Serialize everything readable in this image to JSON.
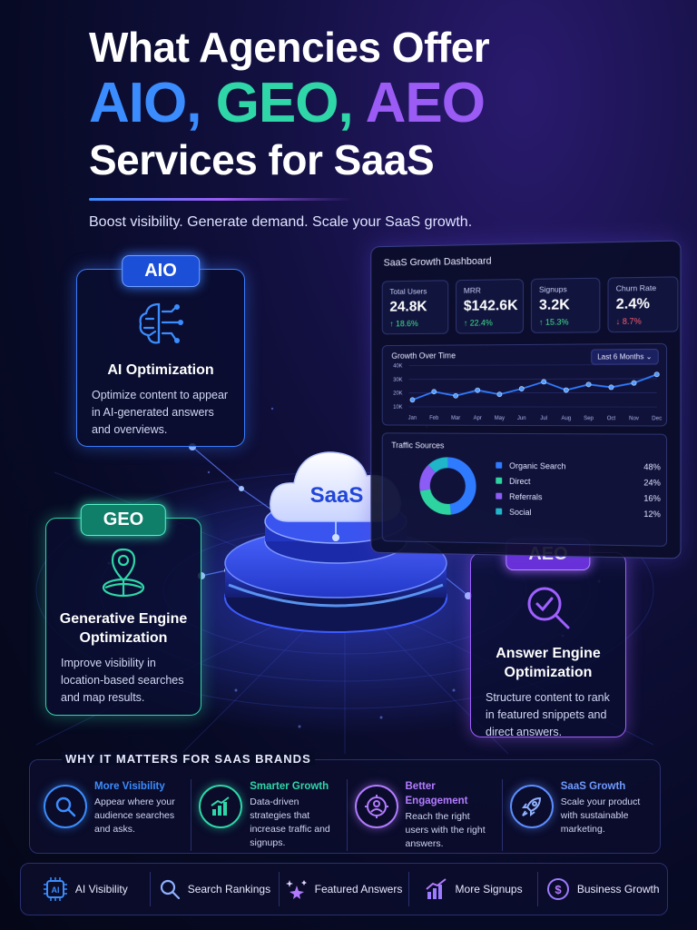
{
  "header": {
    "line1": "What Agencies Offer",
    "aio": "AIO,",
    "geo": "GEO,",
    "aeo": "AEO",
    "line3": "Services for SaaS",
    "tagline": "Boost visibility. Generate demand. Scale your SaaS growth."
  },
  "services": {
    "aio": {
      "badge": "AIO",
      "name": "AI Optimization",
      "desc": "Optimize content to appear in AI-generated answers and overviews.",
      "icon": "brain-circuit-icon"
    },
    "geo": {
      "badge": "GEO",
      "name": "Generative Engine Optimization",
      "desc": "Improve visibility in location-based searches and map results.",
      "icon": "map-pin-globe-icon"
    },
    "aeo": {
      "badge": "AEO",
      "name": "Answer Engine Optimization",
      "desc": "Structure content to rank in featured snippets and direct answers.",
      "icon": "search-check-icon"
    }
  },
  "hub": {
    "label": "SaaS"
  },
  "dashboard": {
    "title": "SaaS Growth Dashboard",
    "kpis": [
      {
        "label": "Total Users",
        "value": "24.8K",
        "delta": "↑ 18.6%",
        "dir": "up"
      },
      {
        "label": "MRR",
        "value": "$142.6K",
        "delta": "↑ 22.4%",
        "dir": "up"
      },
      {
        "label": "Signups",
        "value": "3.2K",
        "delta": "↑ 15.3%",
        "dir": "up"
      },
      {
        "label": "Churn Rate",
        "value": "2.4%",
        "delta": "↓ 8.7%",
        "dir": "down"
      }
    ],
    "growth": {
      "title": "Growth Over Time",
      "range": "Last 6 Months",
      "y_ticks": [
        "40K",
        "30K",
        "20K",
        "10K"
      ],
      "months": [
        "Jan",
        "Feb",
        "Mar",
        "Apr",
        "May",
        "Jun",
        "Jul",
        "Aug",
        "Sep",
        "Oct",
        "Nov",
        "Dec"
      ],
      "values": [
        15000,
        21000,
        18000,
        22000,
        19000,
        23000,
        28000,
        22000,
        26000,
        24000,
        27000,
        33000
      ],
      "ylim": [
        10000,
        40000
      ],
      "color": "#2f7bff"
    },
    "traffic": {
      "title": "Traffic Sources",
      "sources": [
        {
          "name": "Organic Search",
          "pct": "48%",
          "value": 48,
          "color": "#2f7bff"
        },
        {
          "name": "Direct",
          "pct": "24%",
          "value": 24,
          "color": "#2dd4a0"
        },
        {
          "name": "Referrals",
          "pct": "16%",
          "value": 16,
          "color": "#8b5cf6"
        },
        {
          "name": "Social",
          "pct": "12%",
          "value": 12,
          "color": "#1fb6c9"
        }
      ]
    }
  },
  "why": {
    "title": "WHY IT MATTERS FOR SAAS BRANDS",
    "items": [
      {
        "name": "More Visibility",
        "desc": "Appear where your audience searches and asks.",
        "color": "#3b8dff",
        "icon": "search-icon"
      },
      {
        "name": "Smarter Growth",
        "desc": "Data-driven strategies that increase traffic and signups.",
        "color": "#2fd7a8",
        "icon": "bar-chart-growth-icon"
      },
      {
        "name": "Better Engagement",
        "desc": "Reach the right users with the right answers.",
        "color": "#b27bff",
        "icon": "target-user-icon"
      },
      {
        "name": "SaaS Growth",
        "desc": "Scale your product with sustainable marketing.",
        "color": "#5b8dff",
        "icon": "rocket-icon"
      }
    ]
  },
  "bottom_bar": {
    "items": [
      {
        "label": "AI Visibility",
        "icon": "ai-chip-icon"
      },
      {
        "label": "Search Rankings",
        "icon": "search-icon"
      },
      {
        "label": "Featured Answers",
        "icon": "sparkle-star-icon"
      },
      {
        "label": "More Signups",
        "icon": "bar-chart-up-icon"
      },
      {
        "label": "Business Growth",
        "icon": "dollar-coin-icon"
      }
    ],
    "ai_chip_text": "AI"
  },
  "colors": {
    "blue": "#3b8dff",
    "green": "#2fd7a8",
    "purple": "#9b5cf6"
  }
}
